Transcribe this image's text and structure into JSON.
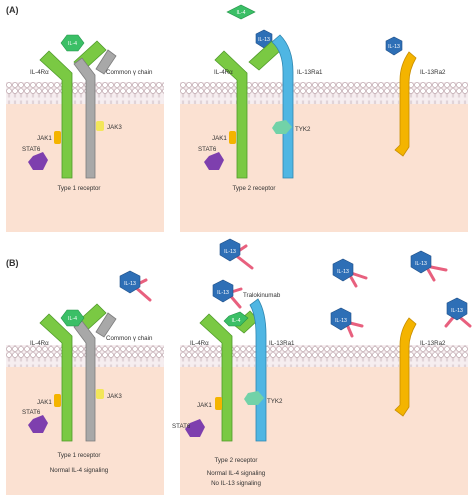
{
  "colors": {
    "il4ra": "#7ac943",
    "common_gamma": "#a8a8a8",
    "il13ra1": "#4fb6e3",
    "il13ra2": "#f4b400",
    "jak1": "#f4b400",
    "jak3": "#f3e65a",
    "tyk2": "#72d2a8",
    "stat6": "#7e3fae",
    "il4_ligand": "#3bbf66",
    "il13_ligand": "#2e6fb6",
    "tralokinumab": "#e8607e",
    "cytoplasm": "#fbe1d2",
    "membrane": "#f3e8ea"
  },
  "panel_a": {
    "letter": "(A)",
    "left": {
      "il4": "IL-4",
      "il4ra": "IL-4Rα",
      "common_gamma": "Common γ chain",
      "jak1": "JAK1",
      "jak3": "JAK3",
      "stat6": "STAT6",
      "caption": "Type 1 receptor"
    },
    "right": {
      "il4": "IL-4",
      "il13_a": "IL-13",
      "il13_b": "IL-13",
      "il4ra": "IL-4Rα",
      "il13ra1": "IL-13Ra1",
      "il13ra2": "IL-13Ra2",
      "jak1": "JAK1",
      "tyk2": "TYK2",
      "stat6": "STAT6",
      "caption": "Type 2 receptor"
    }
  },
  "panel_b": {
    "letter": "(B)",
    "left": {
      "il4": "IL-4",
      "il13": "IL-13",
      "il4ra": "IL-4Rα",
      "common_gamma": "Common γ chain",
      "jak1": "JAK1",
      "jak3": "JAK3",
      "stat6": "STAT6",
      "caption": "Type 1 receptor",
      "signal": "Normal IL-4 signaling"
    },
    "right": {
      "il4": "IL-4",
      "il13_1": "IL-13",
      "il13_2": "IL-13",
      "il13_3": "IL-13",
      "il13_4": "IL-13",
      "il13_5": "IL-13",
      "il13_6": "IL-13",
      "tralokinumab": "Tralokinumab",
      "il4ra": "IL-4Rα",
      "il13ra1": "IL-13Ra1",
      "il13ra2": "IL-13Ra2",
      "jak1": "JAK1",
      "tyk2": "TYK2",
      "stat6": "STAT6",
      "caption": "Type 2 receptor",
      "signal_1": "Normal IL-4 signaling",
      "signal_2": "No IL-13 signaling"
    }
  }
}
